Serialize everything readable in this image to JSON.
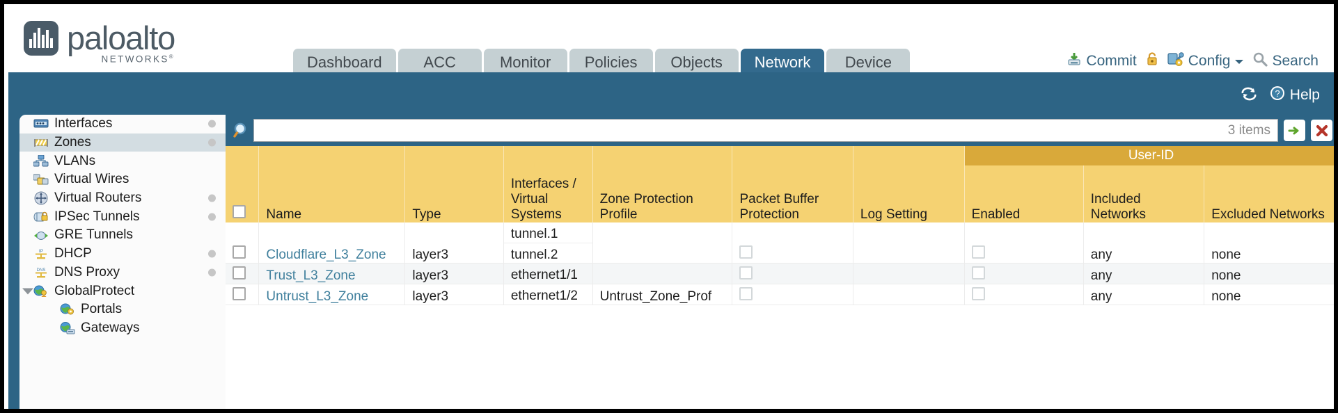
{
  "brand": {
    "name": "paloalto",
    "tagline": "NETWORKS",
    "registered": "®"
  },
  "nav": {
    "tabs": [
      {
        "label": "Dashboard",
        "active": false
      },
      {
        "label": "ACC",
        "active": false
      },
      {
        "label": "Monitor",
        "active": false
      },
      {
        "label": "Policies",
        "active": false
      },
      {
        "label": "Objects",
        "active": false
      },
      {
        "label": "Network",
        "active": true
      },
      {
        "label": "Device",
        "active": false
      }
    ]
  },
  "top_actions": {
    "commit": "Commit",
    "lock_icon": "lock-icon",
    "config": "Config",
    "search": "Search"
  },
  "teal_bar": {
    "refresh_icon": "refresh-icon",
    "help": "Help"
  },
  "sidebar": {
    "items": [
      {
        "label": "Interfaces",
        "icon": "interfaces-icon",
        "dot": true,
        "selected": false,
        "child": false,
        "caret": false
      },
      {
        "label": "Zones",
        "icon": "zones-icon",
        "dot": true,
        "selected": true,
        "child": false,
        "caret": false
      },
      {
        "label": "VLANs",
        "icon": "vlans-icon",
        "dot": false,
        "selected": false,
        "child": false,
        "caret": false
      },
      {
        "label": "Virtual Wires",
        "icon": "virtual-wires-icon",
        "dot": false,
        "selected": false,
        "child": false,
        "caret": false
      },
      {
        "label": "Virtual Routers",
        "icon": "virtual-routers-icon",
        "dot": true,
        "selected": false,
        "child": false,
        "caret": false
      },
      {
        "label": "IPSec Tunnels",
        "icon": "ipsec-tunnels-icon",
        "dot": true,
        "selected": false,
        "child": false,
        "caret": false
      },
      {
        "label": "GRE Tunnels",
        "icon": "gre-tunnels-icon",
        "dot": false,
        "selected": false,
        "child": false,
        "caret": false
      },
      {
        "label": "DHCP",
        "icon": "dhcp-icon",
        "dot": true,
        "selected": false,
        "child": false,
        "caret": false
      },
      {
        "label": "DNS Proxy",
        "icon": "dns-proxy-icon",
        "dot": true,
        "selected": false,
        "child": false,
        "caret": false
      },
      {
        "label": "GlobalProtect",
        "icon": "globalprotect-icon",
        "dot": false,
        "selected": false,
        "child": false,
        "caret": true
      },
      {
        "label": "Portals",
        "icon": "portals-icon",
        "dot": false,
        "selected": false,
        "child": true,
        "caret": false
      },
      {
        "label": "Gateways",
        "icon": "gateways-icon",
        "dot": false,
        "selected": false,
        "child": true,
        "caret": false
      }
    ]
  },
  "search": {
    "value": "",
    "placeholder": "",
    "items_count": "3 items",
    "apply_icon": "green-arrow-icon",
    "clear_icon": "red-x-icon"
  },
  "table": {
    "group_header": "User-ID",
    "columns": [
      "Name",
      "Type",
      "Interfaces / Virtual Systems",
      "Zone Protection Profile",
      "Packet Buffer Protection",
      "Log Setting",
      "Enabled",
      "Included Networks",
      "Excluded Networks"
    ],
    "rows": [
      {
        "name": "Cloudflare_L3_Zone",
        "type": "layer3",
        "interfaces": [
          "tunnel.1",
          "tunnel.2"
        ],
        "zone_protection_profile": "",
        "packet_buffer_protection": false,
        "log_setting": "",
        "userid_enabled": false,
        "included_networks": "any",
        "excluded_networks": "none"
      },
      {
        "name": "Trust_L3_Zone",
        "type": "layer3",
        "interfaces": [
          "ethernet1/1"
        ],
        "zone_protection_profile": "",
        "packet_buffer_protection": false,
        "log_setting": "",
        "userid_enabled": false,
        "included_networks": "any",
        "excluded_networks": "none"
      },
      {
        "name": "Untrust_L3_Zone",
        "type": "layer3",
        "interfaces": [
          "ethernet1/2"
        ],
        "zone_protection_profile": "Untrust_Zone_Prof",
        "packet_buffer_protection": false,
        "log_setting": "",
        "userid_enabled": false,
        "included_networks": "any",
        "excluded_networks": "none"
      }
    ]
  },
  "colors": {
    "teal": "#2d6485",
    "tab_inactive": "#c5d0d3",
    "header_amber": "#f5d272",
    "group_amber": "#d9a93a",
    "link_blue": "#3f7f9c"
  }
}
